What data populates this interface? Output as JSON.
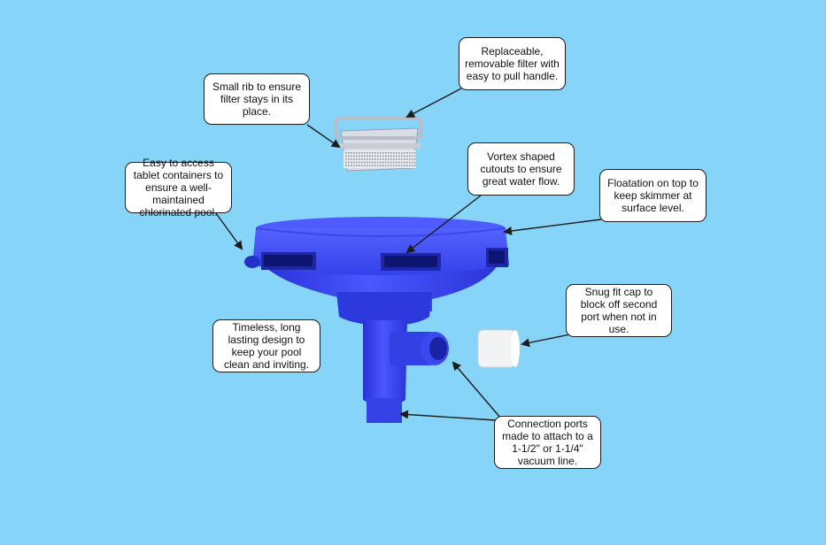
{
  "colors": {
    "background": "#86d4f7",
    "body_blue": "#3845f2",
    "body_dark": "#1a23b8",
    "callout_fill": "#ffffff",
    "callout_border": "#1c1c1c"
  },
  "callouts": {
    "rib": "Small rib to ensure filter stays in its place.",
    "filter": "Replaceable, removable filter with easy to pull handle.",
    "tablet": "Easy to access tablet containers to ensure a well-maintained chlorinated pool.",
    "vortex": "Vortex shaped cutouts to ensure great water flow.",
    "floatation": "Floatation on top to keep skimmer at surface level.",
    "cap": "Snug fit cap to block off second port when not in use.",
    "design": "Timeless, long lasting design to keep your pool clean and inviting.",
    "ports": "Connection ports made to attach to a 1-1/2\" or 1-1/4\" vacuum line."
  }
}
